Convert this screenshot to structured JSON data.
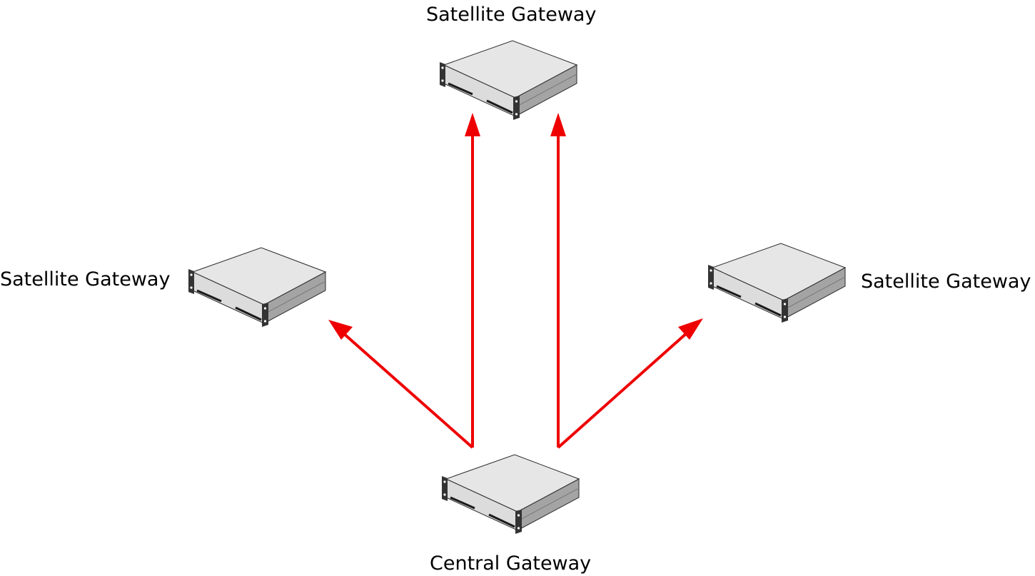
{
  "nodes": {
    "satellite_top": {
      "label": "Satellite Gateway",
      "icon": "server-icon"
    },
    "satellite_left": {
      "label": "Satellite Gateway",
      "icon": "server-icon"
    },
    "satellite_right": {
      "label": "Satellite Gateway",
      "icon": "server-icon"
    },
    "central": {
      "label": "Central Gateway",
      "icon": "server-icon"
    }
  },
  "edges": [
    {
      "from": "central",
      "to": "satellite_left"
    },
    {
      "from": "central",
      "to": "satellite_top"
    },
    {
      "from": "central",
      "to": "satellite_top"
    },
    {
      "from": "central",
      "to": "satellite_right"
    }
  ],
  "colors": {
    "arrow": "#ee0000",
    "server_top": "#e6e6e6",
    "server_front": "#d6d6d6",
    "server_side": "#a2a2a2",
    "rack_ear": "#333333",
    "outline": "#2a2a2a"
  }
}
